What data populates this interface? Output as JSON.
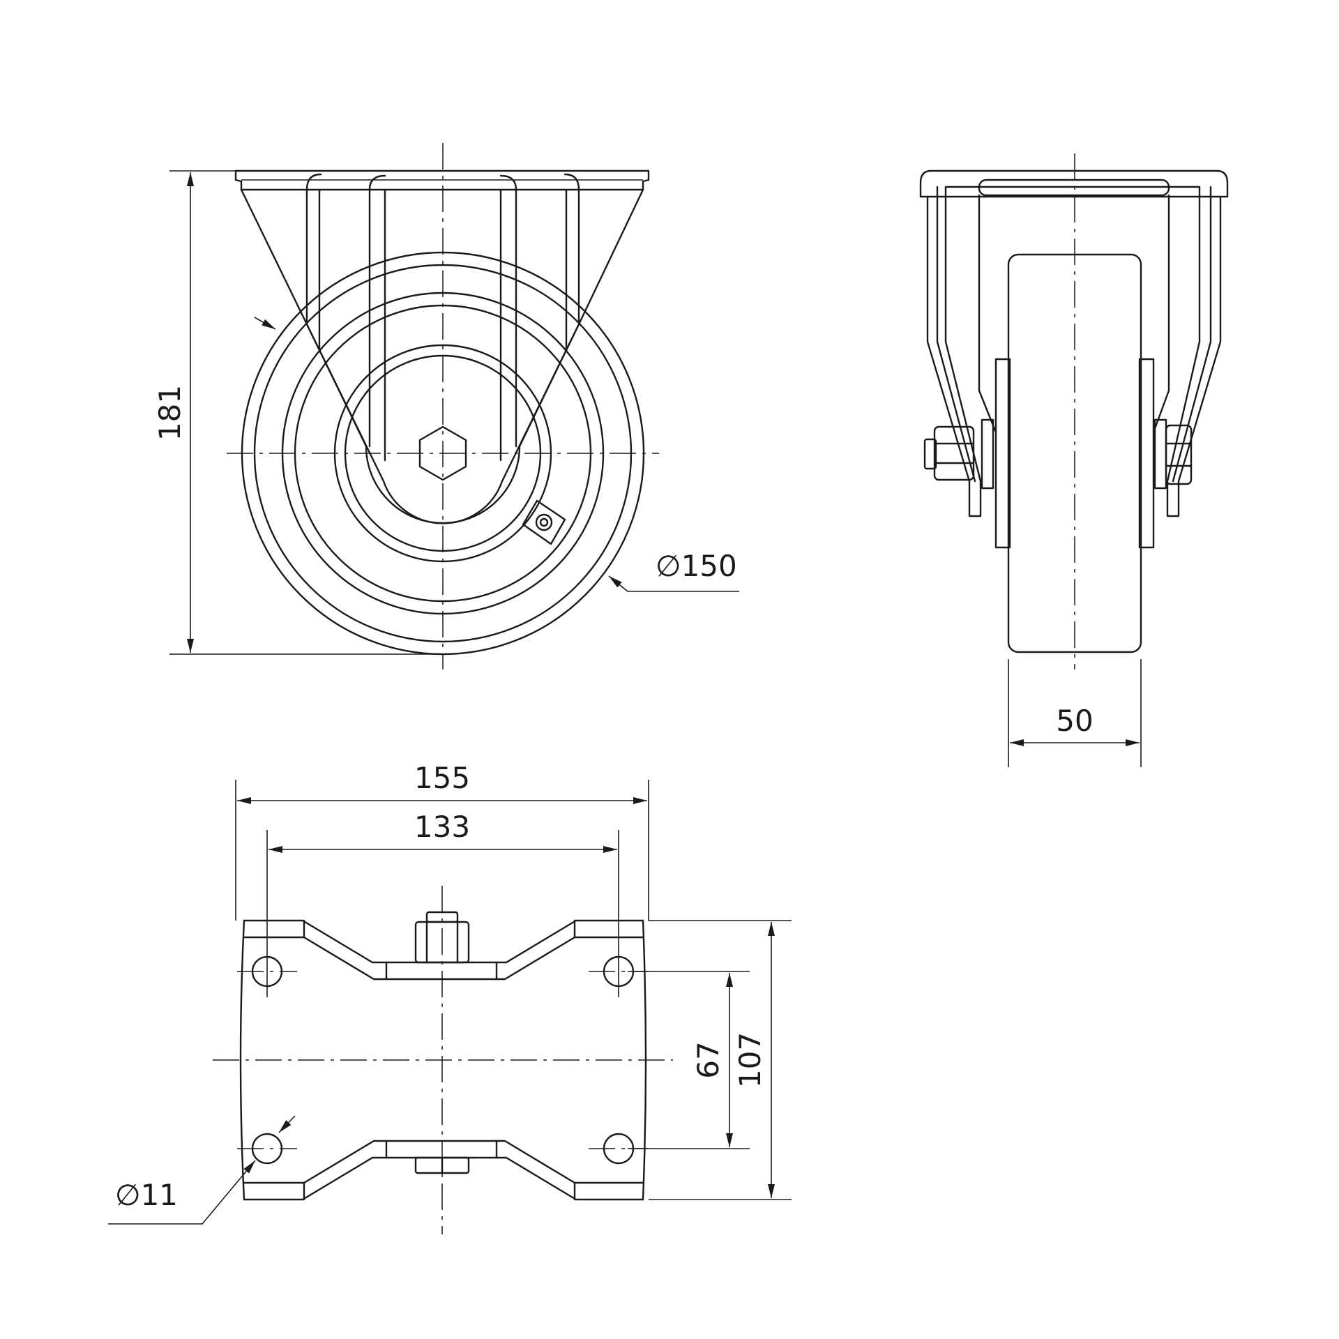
{
  "dimensions": {
    "height": "181",
    "wheel_diameter": "∅150",
    "wheel_width": "50",
    "plate_length": "155",
    "hole_spacing_length": "133",
    "hole_spacing_width": "67",
    "plate_width": "107",
    "hole_diameter": "∅11"
  },
  "colors": {
    "line": "#1a1a1a",
    "background": "#ffffff"
  }
}
